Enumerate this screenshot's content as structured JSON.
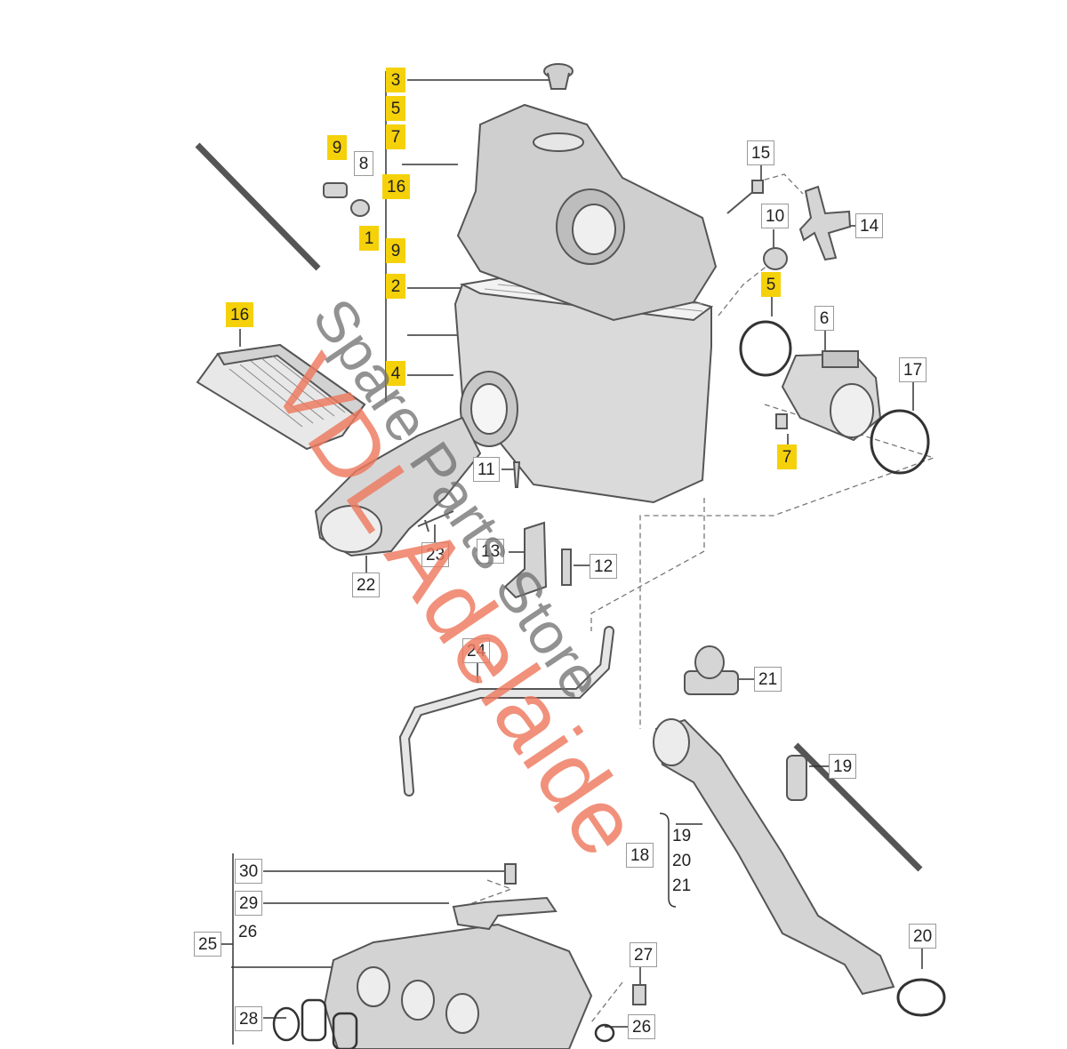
{
  "watermark": {
    "line1": "VDL Adelaide",
    "line2": "Spare Parts Store"
  },
  "callouts": {
    "c3": "3",
    "c5a": "5",
    "c7a": "7",
    "c9a": "9",
    "c8": "8",
    "c16a": "16",
    "c1": "1",
    "c9b": "9",
    "c2": "2",
    "c16b": "16",
    "c4": "4",
    "c15": "15",
    "c10": "10",
    "c14": "14",
    "c5b": "5",
    "c6": "6",
    "c17": "17",
    "c7b": "7",
    "c11": "11",
    "c23": "23",
    "c22": "22",
    "c13": "13",
    "c12": "12",
    "c24": "24",
    "c21a": "21",
    "c19a": "19",
    "c18": "18",
    "c19b": "19",
    "c20a": "20",
    "c21b": "21",
    "c20b": "20",
    "c30": "30",
    "c29": "29",
    "c25": "25",
    "c26a": "26",
    "c28": "28",
    "c27": "27",
    "c26b": "26"
  }
}
